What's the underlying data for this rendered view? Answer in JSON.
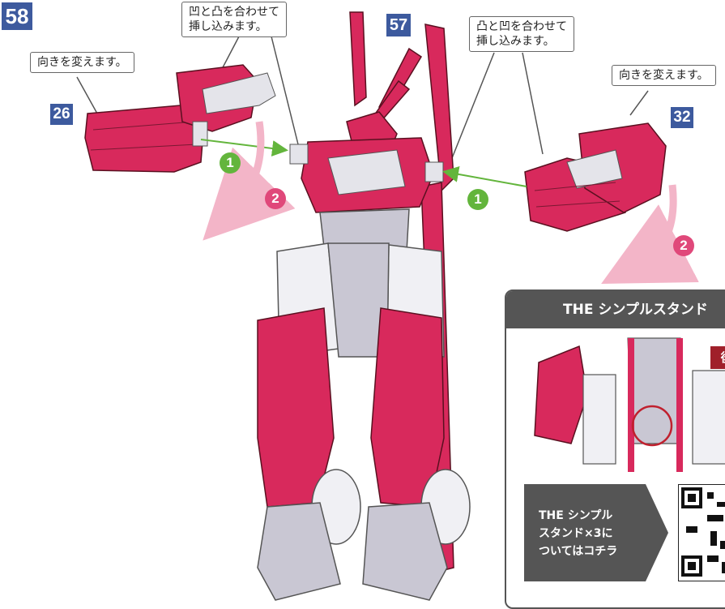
{
  "steps": {
    "main": "58",
    "left_part": "26",
    "body": "57",
    "right_part": "32"
  },
  "callouts": {
    "rotate_left": "向きを変えます。",
    "insert_left": "凹と凸を合わせて\n挿し込みます。",
    "insert_right": "凸と凹を合わせて\n挿し込みます。",
    "rotate_right": "向きを変えます。"
  },
  "arrow_labels": {
    "insert": "1",
    "rotate": "2"
  },
  "stand_panel": {
    "title": "THE シンプルスタンド",
    "badge": "後",
    "link_text": "THE シンプル\nスタンド×3に\nついてはコチラ"
  },
  "colors": {
    "step_blue": "#3d5a9e",
    "arrow_green": "#63b53c",
    "arrow_pink": "#e0487a",
    "armor_magenta": "#d8295c",
    "frame_gray": "#c9c7d3",
    "panel_gray": "#555555"
  }
}
